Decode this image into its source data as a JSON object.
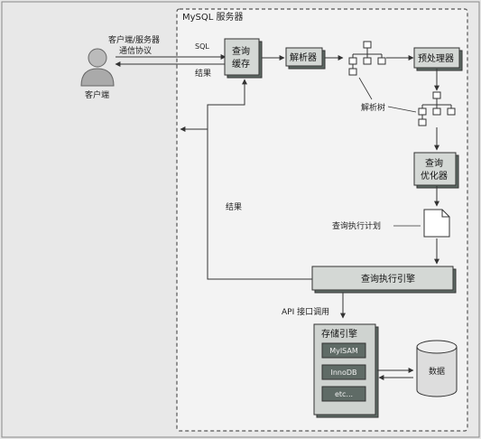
{
  "diagram": {
    "server_title": "MySQL 服务器",
    "client_label": "客户端",
    "protocol_label": "客户端/服务器\n通信协议",
    "sql_label": "SQL",
    "result_label_top": "结果",
    "result_label_mid": "结果",
    "query_cache": "查询\n缓存",
    "parser": "解析器",
    "preprocessor": "预处理器",
    "parse_tree_label": "解析树",
    "optimizer": "查询\n优化器",
    "query_plan_label": "查询执行计划",
    "execution_engine": "查询执行引擎",
    "api_label": "API 接口调用",
    "storage_engine_title": "存储引擎",
    "engines": [
      "MyISAM",
      "InnoDB",
      "etc..."
    ],
    "data_label": "数据"
  },
  "colors": {
    "page_bg": "#e6e6e6",
    "server_bg": "#f4f4f4",
    "box_fill": "#5f6b66",
    "box_light": "#d9d9d9",
    "line": "#333333"
  }
}
